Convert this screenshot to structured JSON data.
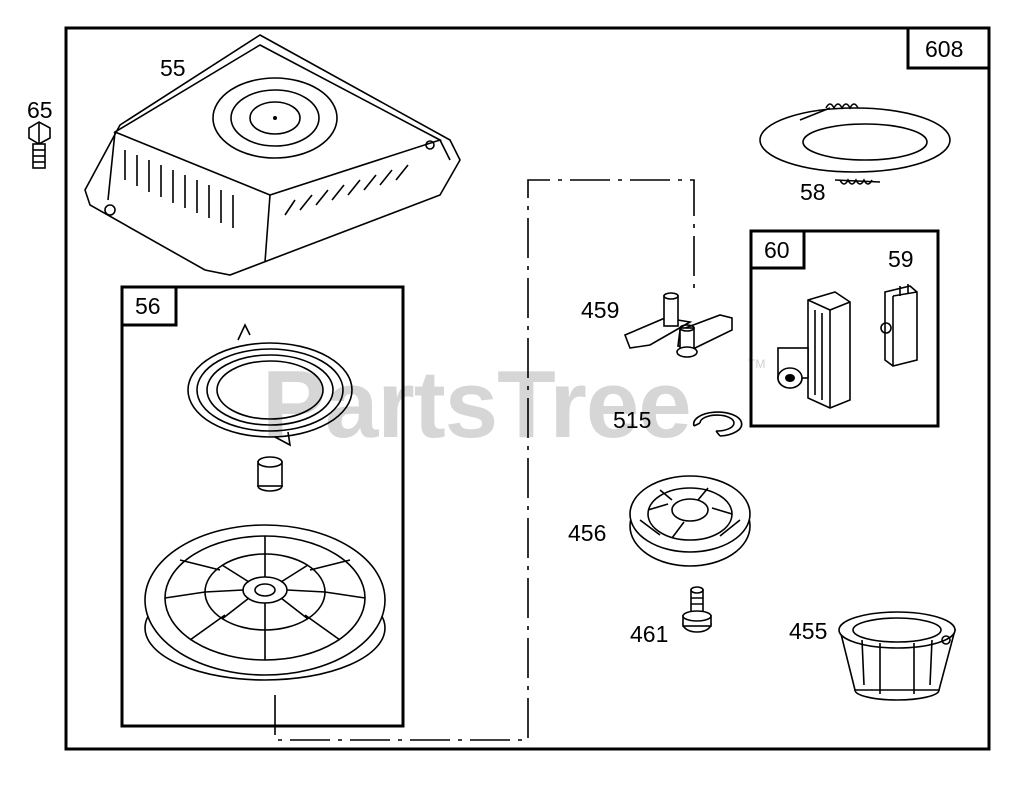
{
  "diagram": {
    "assembly_number": "608",
    "watermark": "PartsTree",
    "watermark_tm": "TM",
    "sub_boxes": {
      "box_56": "56",
      "box_60": "60"
    },
    "parts": {
      "p65": "65",
      "p55": "55",
      "p58": "58",
      "p59": "59",
      "p459": "459",
      "p515": "515",
      "p456": "456",
      "p461": "461",
      "p455": "455"
    }
  }
}
